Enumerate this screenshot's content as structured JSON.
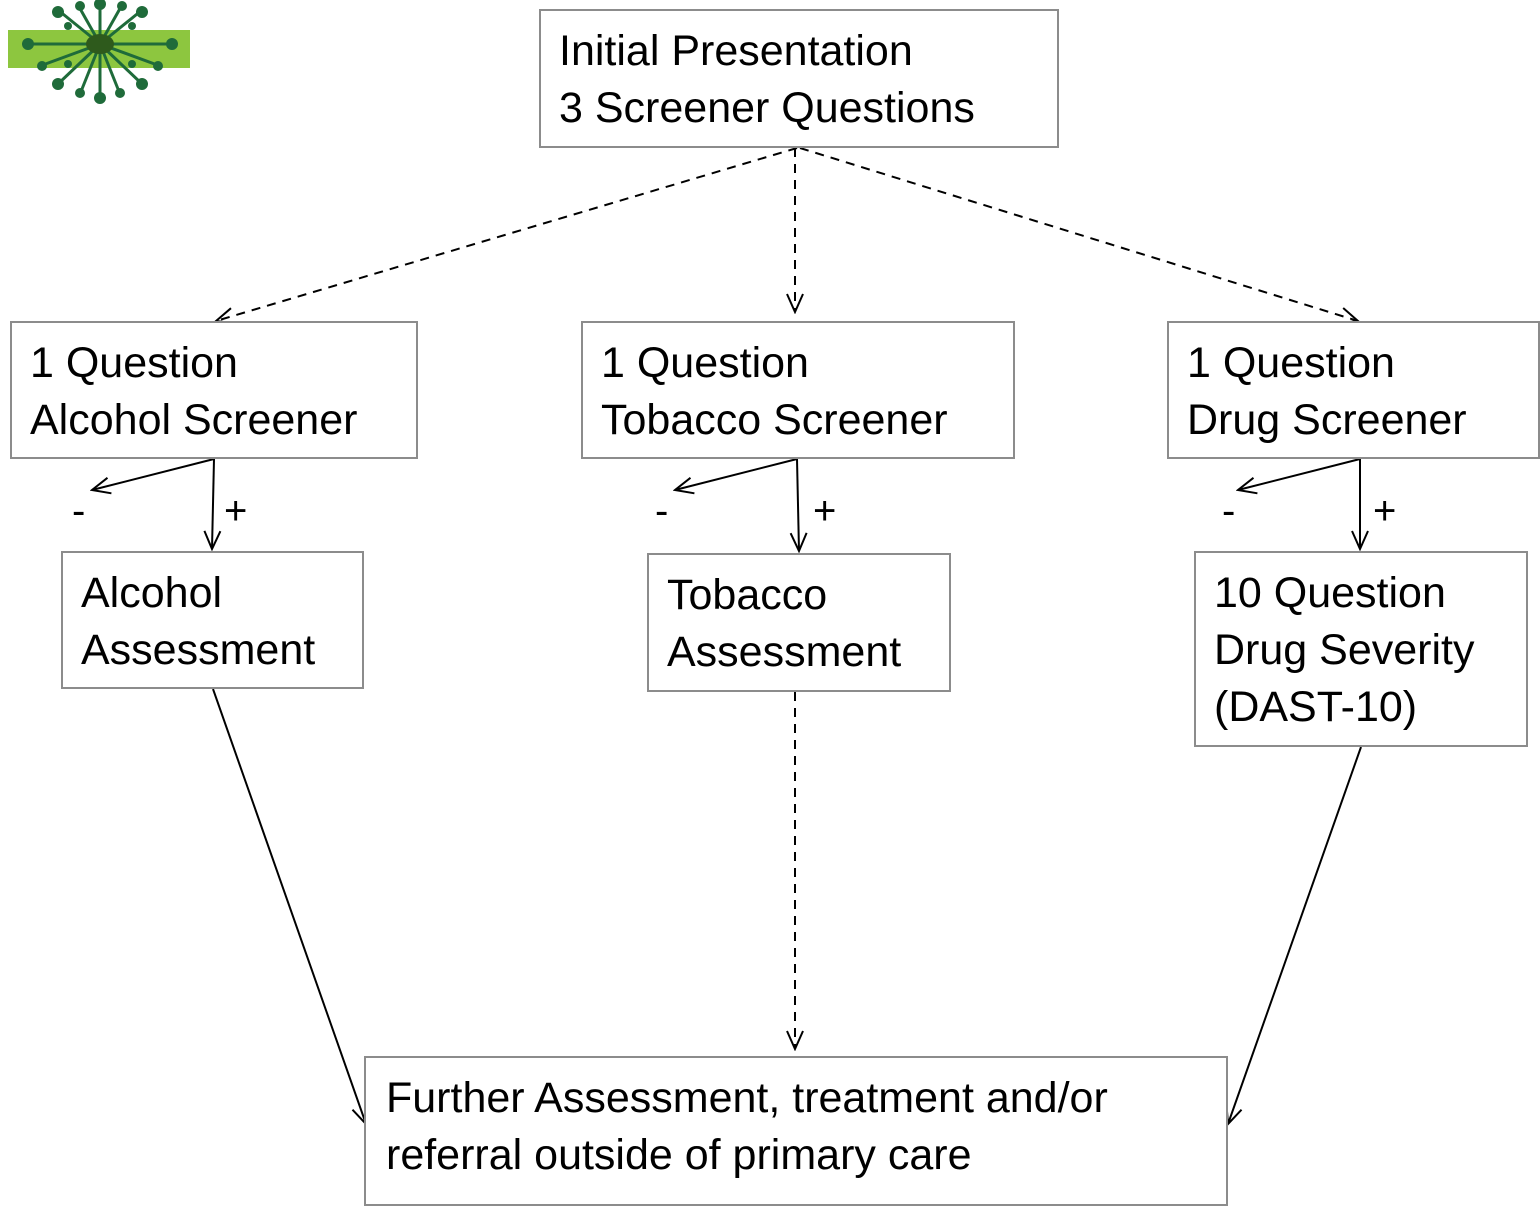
{
  "nodes": {
    "initial": {
      "line1": "Initial Presentation",
      "line2": "3  Screener Questions"
    },
    "alcohol_screener": {
      "line1": "1 Question",
      "line2": "Alcohol Screener"
    },
    "tobacco_screener": {
      "line1": "1 Question",
      "line2": "Tobacco Screener"
    },
    "drug_screener": {
      "line1": "1 Question",
      "line2": "Drug  Screener"
    },
    "alcohol_assessment": {
      "line1": "Alcohol",
      "line2": "Assessment"
    },
    "tobacco_assessment": {
      "line1": "Tobacco",
      "line2": "Assessment"
    },
    "drug_severity": {
      "line1": "10 Question",
      "line2": "Drug Severity",
      "line3": "(DAST-10)"
    },
    "further": {
      "line1": "Further Assessment, treatment and/or",
      "line2": "referral outside of primary care"
    }
  },
  "signs": {
    "negative": "-",
    "positive": "+"
  },
  "colors": {
    "box_border": "#8c8c8c",
    "logo_green": "#8dc63f",
    "logo_dark": "#1f6b3a",
    "logo_center": "#2e5a1c"
  }
}
